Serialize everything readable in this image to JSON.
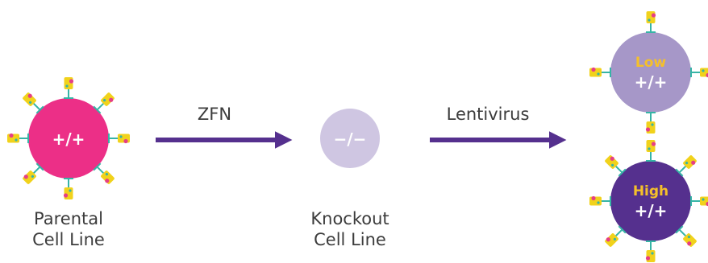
{
  "colors": {
    "parental_cell": "#ec2f87",
    "knockout_cell": "#cfc6e2",
    "low_cell": "#a697c8",
    "high_cell": "#55308e",
    "arrow": "#55308e",
    "level_text": "#f5c02a",
    "genotype_text": "#ffffff",
    "receptor_yellow": "#f1d21b",
    "receptor_teal": "#36b4a6",
    "receptor_pink": "#e53f85"
  },
  "cells": {
    "parental": {
      "genotype": "+/+",
      "label_line1": "Parental",
      "label_line2": "Cell Line"
    },
    "knockout": {
      "genotype": "−/−",
      "label_line1": "Knockout",
      "label_line2": "Cell Line"
    },
    "low": {
      "level": "Low",
      "genotype": "+/+"
    },
    "high": {
      "level": "High",
      "genotype": "+/+"
    }
  },
  "steps": {
    "zfn": "ZFN",
    "lentivirus": "Lentivirus"
  },
  "icons": {
    "surface_protein": "receptor-icon",
    "arrow": "right-arrow-icon"
  }
}
